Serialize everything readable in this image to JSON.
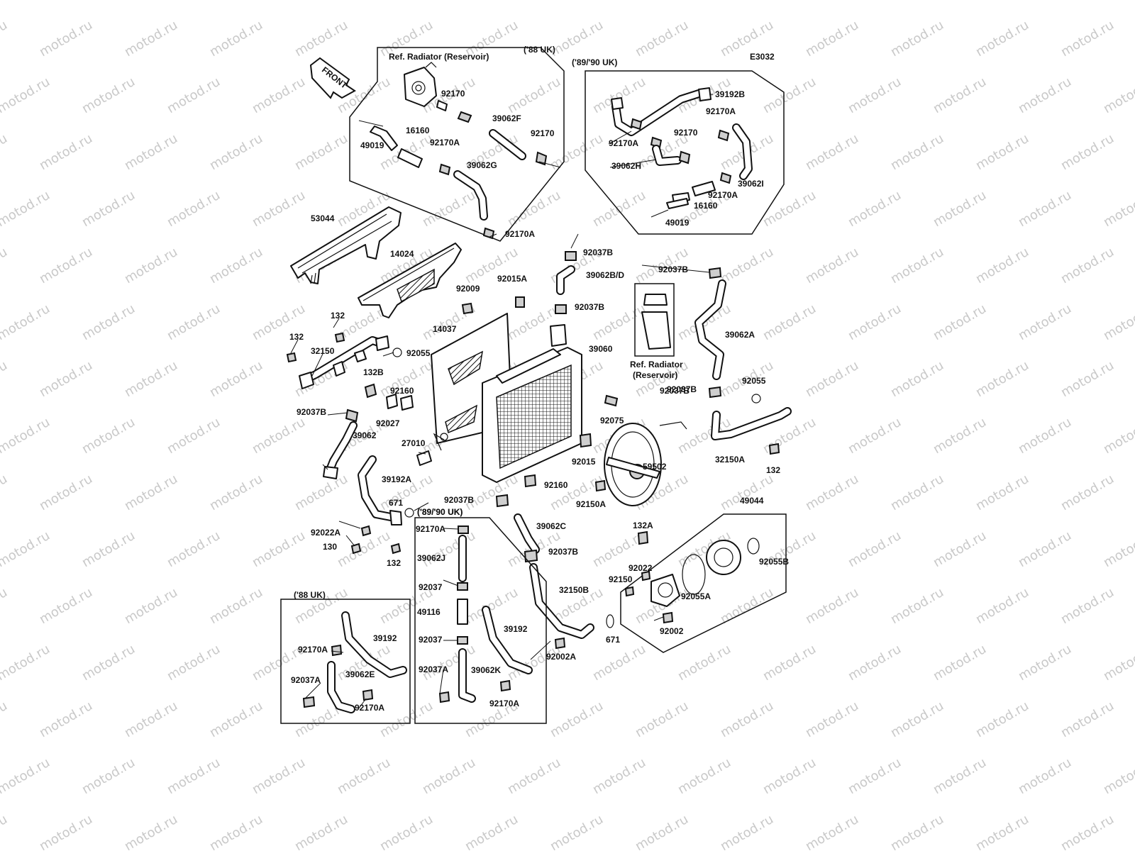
{
  "diagram": {
    "code": "E3032",
    "front_label": "FRONT",
    "watermark": "motod.ru",
    "panels": {
      "uk88_top": "('88 UK)",
      "uk8990_top": "('89/'90 UK)",
      "uk8990_bottom": "('89/'90 UK)",
      "uk88_bottom": "('88 UK)"
    },
    "captions": {
      "ref_radiator_top": "Ref. Radiator  (Reservoir)",
      "ref_radiator_mid_1": "Ref. Radiator",
      "ref_radiator_mid_2": "(Reservoir)"
    },
    "labels": [
      "92170",
      "39062F",
      "16160",
      "92170",
      "49019",
      "92170A",
      "39062G",
      "92170A",
      "39192B",
      "92170A",
      "92170",
      "92170A",
      "39062H",
      "39062I",
      "92170A",
      "16160",
      "49019",
      "53044",
      "14024",
      "92037B",
      "39062B/D",
      "92015A",
      "92037B",
      "92009",
      "92037B",
      "39062A",
      "132",
      "14037",
      "39060",
      "132",
      "92055",
      "32150",
      "132B",
      "92160",
      "92037B",
      "92027",
      "92055",
      "92037B",
      "92075",
      "39062",
      "27010",
      "92015",
      "92037B",
      "59502",
      "32150A",
      "132",
      "39192A",
      "92160",
      "92150A",
      "671",
      "92037B",
      "('89/'90 UK)",
      "39062C",
      "49044",
      "92022A",
      "130",
      "132",
      "92170A",
      "132A",
      "39062J",
      "92037B",
      "92022",
      "92150",
      "92055B",
      "32150B",
      "92037",
      "92055A",
      "49116",
      "39192",
      "92002",
      "92037",
      "671",
      "92037A",
      "39062K",
      "92002A",
      "92170A",
      "39192",
      "92170A",
      "39062E",
      "92037A",
      "92170A"
    ]
  }
}
